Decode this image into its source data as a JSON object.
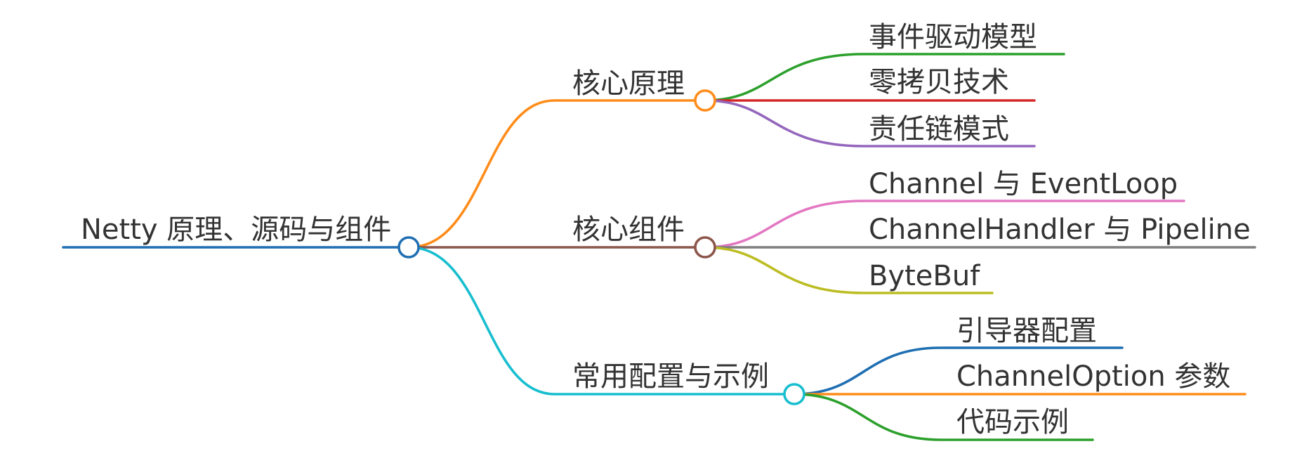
{
  "root": {
    "label": "Netty 原理、源码与组件",
    "color": "#1f6fb2",
    "children": [
      {
        "label": "核心原理",
        "color": "#ff8c1a",
        "children": [
          {
            "label": "事件驱动模型",
            "color": "#2ca02c"
          },
          {
            "label": "零拷贝技术",
            "color": "#d62728"
          },
          {
            "label": "责任链模式",
            "color": "#9467bd"
          }
        ]
      },
      {
        "label": "核心组件",
        "color": "#8c564b",
        "children": [
          {
            "label": "Channel 与 EventLoop",
            "color": "#e377c2"
          },
          {
            "label": "ChannelHandler 与 Pipeline",
            "color": "#7f7f7f"
          },
          {
            "label": "ByteBuf",
            "color": "#bcbd22"
          }
        ]
      },
      {
        "label": "常用配置与示例",
        "color": "#17becf",
        "children": [
          {
            "label": "引导器配置",
            "color": "#1f6fb2"
          },
          {
            "label": "ChannelOption 参数",
            "color": "#ff8c1a"
          },
          {
            "label": "代码示例",
            "color": "#2ca02c"
          }
        ]
      }
    ]
  }
}
